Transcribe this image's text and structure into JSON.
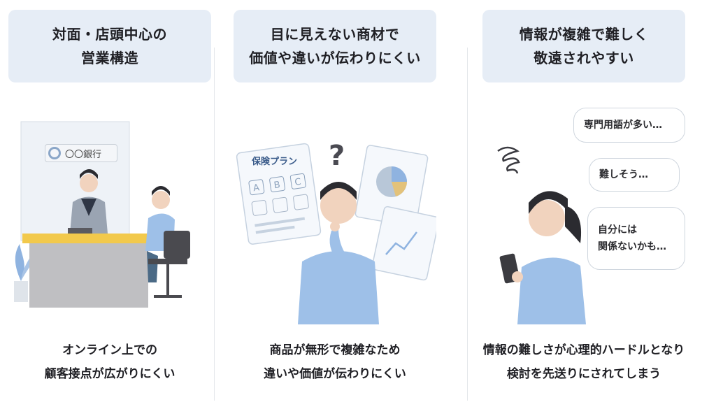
{
  "panels": [
    {
      "heading": [
        "対面・店頭中心の",
        "営業構造"
      ],
      "caption": [
        "オンライン上での",
        "顧客接点が広がりにくい"
      ],
      "bank_sign": "〇〇銀行"
    },
    {
      "heading": [
        "目に見えない商材で",
        "価値や違いが伝わりにくい"
      ],
      "caption": [
        "商品が無形で複雑なため",
        "違いや価値が伝わりにくい"
      ],
      "plan_title": "保険プラン",
      "plan_options": [
        "A",
        "B",
        "C"
      ]
    },
    {
      "heading": [
        "情報が複雑で難しく",
        "敬遠されやすい"
      ],
      "caption": [
        "情報の難しさが心理的ハードルとなり",
        "検討を先送りにされてしまう"
      ],
      "bubbles": [
        [
          "専門用語が多い…"
        ],
        [
          "難しそう…"
        ],
        [
          "自分には",
          "関係ないかも…"
        ]
      ]
    }
  ],
  "colors": {
    "header_bg": "#e6edf6",
    "accent_blue": "#8fb3e0",
    "counter_yellow": "#f2c94c",
    "text": "#1f1f24"
  }
}
